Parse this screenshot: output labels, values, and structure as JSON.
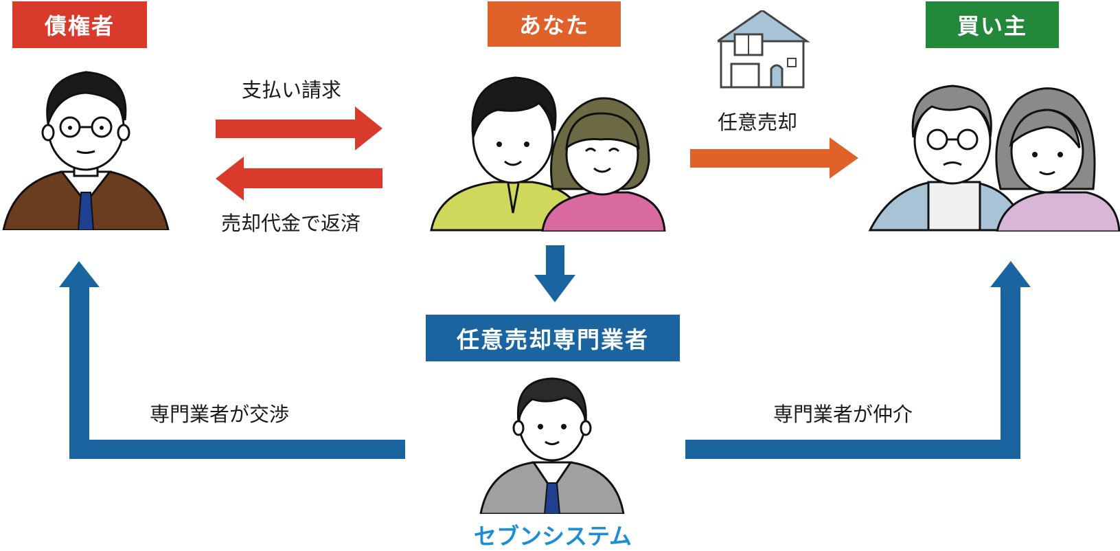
{
  "colors": {
    "creditor_red": "#d93a2b",
    "you_orange": "#e0622a",
    "buyer_green": "#23883a",
    "specialist_blue": "#1a65a0",
    "company_text": "#1a8fd6"
  },
  "labels": {
    "creditor": "債権者",
    "you": "あなた",
    "buyer": "買い主",
    "specialist": "任意売却専門業者"
  },
  "edges": {
    "payment_request": "支払い請求",
    "repay_with_proceeds": "売却代金で返済",
    "voluntary_sale": "任意売却",
    "specialist_negotiates": "専門業者が交渉",
    "specialist_mediates": "専門業者が仲介"
  },
  "company_name": "セブンシステム",
  "icons": [
    "creditor-person-icon",
    "couple-icon",
    "house-icon",
    "buyer-couple-icon",
    "specialist-person-icon"
  ]
}
